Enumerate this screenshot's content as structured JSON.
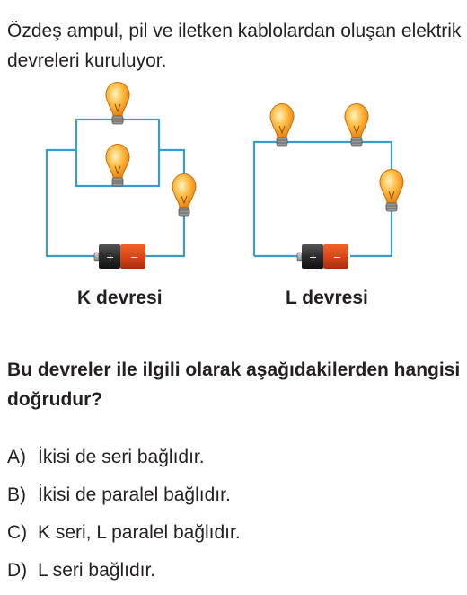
{
  "question": {
    "intro": "Özdeş ampul, pil ve iletken kablolardan oluşan elektrik devreleri kuruluyor.",
    "stem": "Bu devreler ile ilgili olarak aşağıdakilerden hangisi doğrudur?"
  },
  "circuits": {
    "k_label": "K devresi",
    "l_label": "L devresi"
  },
  "battery": {
    "plus": "+",
    "minus": "−"
  },
  "options": [
    {
      "letter": "A)",
      "text": "İkisi de seri bağlıdır."
    },
    {
      "letter": "B)",
      "text": "İkisi de paralel bağlıdır."
    },
    {
      "letter": "C)",
      "text": "K seri, L paralel bağlıdır."
    },
    {
      "letter": "D)",
      "text": "L seri bağlıdır."
    }
  ],
  "colors": {
    "wire": "#3a9ac8",
    "bulb": "#f5a623",
    "battery_dark": "#2b2b2b",
    "battery_red": "#d9461a"
  }
}
